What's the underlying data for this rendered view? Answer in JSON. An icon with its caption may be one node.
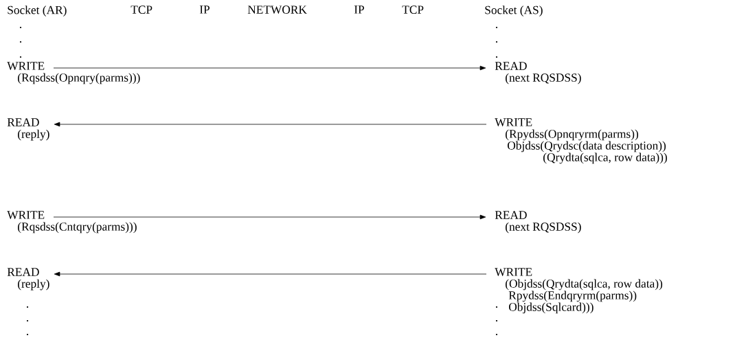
{
  "diagram": {
    "nodes": [
      {
        "text": [
          "WRITE",
          "(Rqsdss(Opnqry(parms)))"
        ]
      },
      {
        "text": [
          "READ",
          "(next RQSDSS)"
        ]
      },
      {
        "text": [
          "READ",
          "(reply)"
        ]
      },
      {
        "text": [
          "WRITE",
          "(Rpydss(Opnqryrm(parms))",
          "Objdss(Qrydsc(data description))",
          "(Qrydta(sqlca, row data)))"
        ]
      },
      {
        "text": [
          "WRITE",
          "(Rqsdss(Cntqry(parms)))"
        ]
      },
      {
        "text": [
          "READ",
          "(next RQSDSS)"
        ]
      },
      {
        "text": [
          "READ",
          "(reply)"
        ]
      },
      {
        "text": [
          "WRITE",
          "(Objdss(Qrydta(sqlca, row data))",
          "Rpydss(Endqryrm(parms))",
          "Objdss(Sqlcard)))"
        ]
      }
    ],
    "edges": [
      {
        "from": 0,
        "to": 1,
        "arrow": "to"
      },
      {
        "from": 3,
        "to": 2,
        "arrow": "to"
      },
      {
        "from": 4,
        "to": 5,
        "arrow": "to"
      },
      {
        "from": 7,
        "to": 6,
        "arrow": "to"
      }
    ],
    "labels": [
      "Socket (AR)",
      "TCP",
      "IP",
      "NETWORK",
      "IP",
      "TCP",
      "Socket (AS)"
    ]
  }
}
